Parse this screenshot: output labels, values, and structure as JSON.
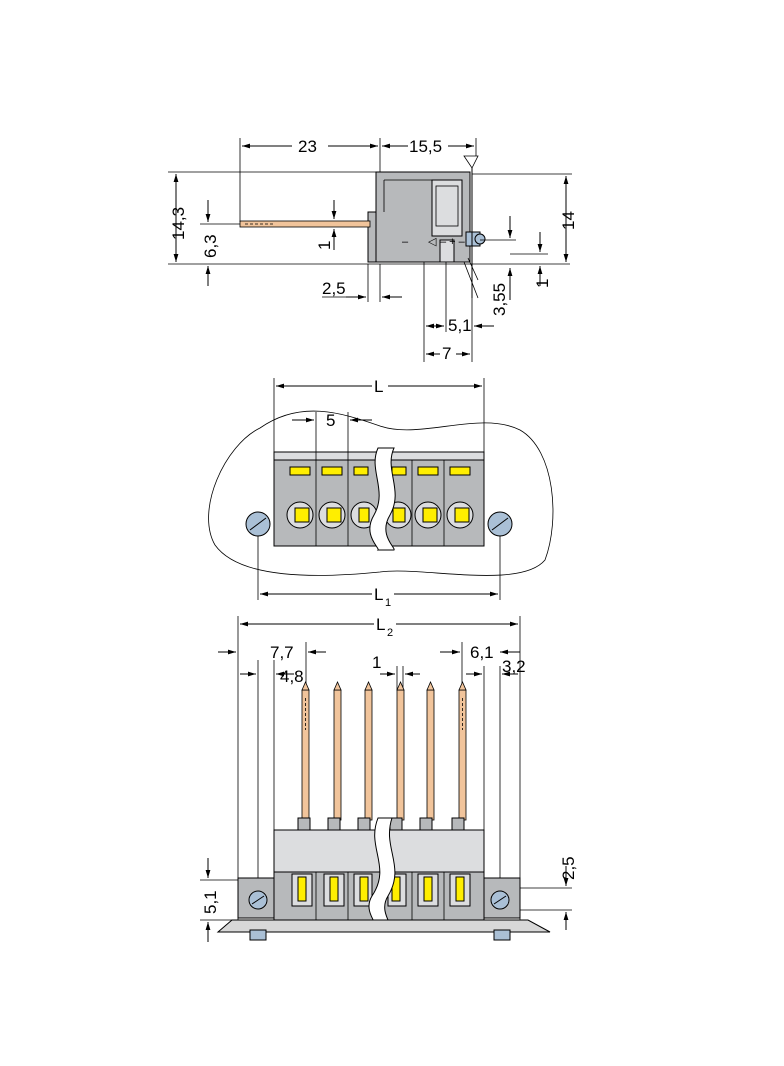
{
  "side_view": {
    "dims": {
      "d23": "23",
      "d15_5": "15,5",
      "d14_3": "14,3",
      "d6_3": "6,3",
      "d1a": "1",
      "d14": "14",
      "d1b": "1",
      "d2_5": "2,5",
      "d3_55": "3,55",
      "d5_1": "5,1",
      "d7": "7"
    }
  },
  "top_view": {
    "dims": {
      "L": "L",
      "d5": "5",
      "L1": "L",
      "L1_sub": "1"
    }
  },
  "front_view": {
    "dims": {
      "L2": "L",
      "L2_sub": "2",
      "d7_7": "7,7",
      "d4_8": "4,8",
      "d1": "1",
      "d6_1": "6,1",
      "d3_2": "3,2",
      "d2_5": "2,5",
      "d5_1": "5,1"
    }
  },
  "colors": {
    "housing": "#b7b9bb",
    "housing_light": "#dcdddf",
    "pin": "#f1c49b",
    "clamp": "#ffee00",
    "screw": "#aac0d6"
  }
}
